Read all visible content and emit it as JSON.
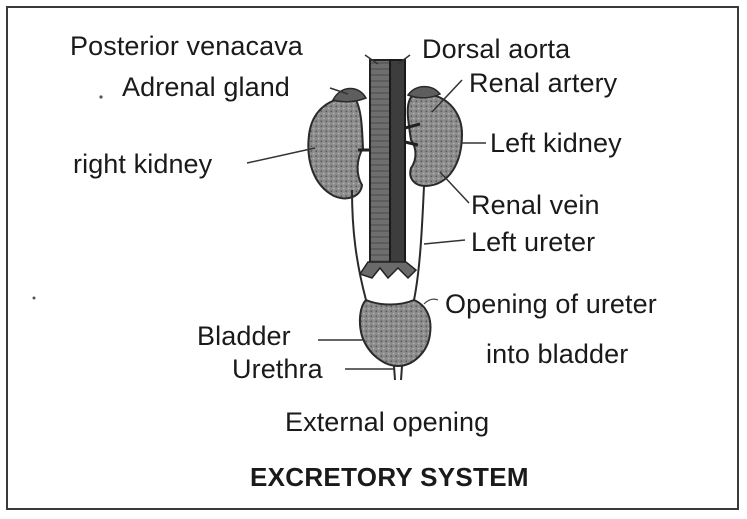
{
  "labels": {
    "posterior_venacava": "Posterior venacava",
    "dorsal_aorta": "Dorsal aorta",
    "adrenal_gland": "Adrenal gland",
    "renal_artery": "Renal artery",
    "right_kidney": "right kidney",
    "left_kidney": "Left kidney",
    "renal_vein": "Renal vein",
    "left_ureter": "Left ureter",
    "opening_of_ureter": "Opening of ureter",
    "into_bladder": "into bladder",
    "bladder": "Bladder",
    "urethra": "Urethra",
    "external_opening": "External opening"
  },
  "title": "EXCRETORY SYSTEM"
}
